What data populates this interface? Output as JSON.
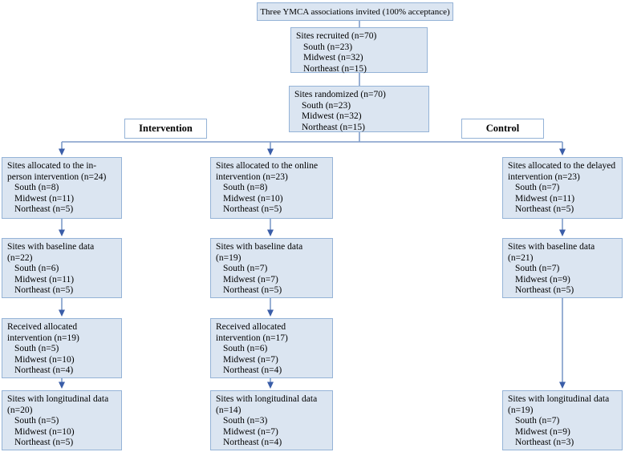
{
  "colors": {
    "box_fill": "#dbe5f1",
    "box_border": "#95b3d7",
    "connector_line": "#7f9cc9",
    "arrowhead": "#3a5da8",
    "text": "#000000",
    "background": "#ffffff"
  },
  "top": {
    "invited": "Three YMCA associations invited (100% acceptance)"
  },
  "recruited": {
    "title": "Sites recruited (n=70)",
    "rows": [
      "South (n=23)",
      "Midwest (n=32)",
      "Northeast (n=15)"
    ]
  },
  "randomized": {
    "title": "Sites randomized (n=70)",
    "rows": [
      "South (n=23)",
      "Midwest (n=32)",
      "Northeast (n=15)"
    ]
  },
  "branch_labels": {
    "intervention": "Intervention",
    "control": "Control"
  },
  "columns": [
    {
      "name": "in-person intervention",
      "allocated": {
        "title": "Sites allocated to the in-person intervention (n=24)",
        "rows": [
          "South (n=8)",
          "Midwest (n=11)",
          "Northeast (n=5)"
        ]
      },
      "baseline": {
        "title": "Sites with baseline data (n=22)",
        "rows": [
          "South (n=6)",
          "Midwest (n=11)",
          "Northeast (n=5)"
        ]
      },
      "received": {
        "title": "Received allocated intervention (n=19)",
        "rows": [
          "South (n=5)",
          "Midwest (n=10)",
          "Northeast (n=4)"
        ]
      },
      "longitudinal": {
        "title": "Sites with longitudinal data (n=20)",
        "rows": [
          "South (n=5)",
          "Midwest (n=10)",
          "Northeast (n=5)"
        ]
      }
    },
    {
      "name": "online intervention",
      "allocated": {
        "title": "Sites allocated to the online intervention (n=23)",
        "rows": [
          "South (n=8)",
          "Midwest (n=10)",
          "Northeast (n=5)"
        ]
      },
      "baseline": {
        "title": "Sites with baseline data (n=19)",
        "rows": [
          "South (n=7)",
          "Midwest (n=7)",
          "Northeast (n=5)"
        ]
      },
      "received": {
        "title": "Received allocated intervention (n=17)",
        "rows": [
          "South (n=6)",
          "Midwest (n=7)",
          "Northeast (n=4)"
        ]
      },
      "longitudinal": {
        "title": "Sites with longitudinal data (n=14)",
        "rows": [
          "South (n=3)",
          "Midwest (n=7)",
          "Northeast (n=4)"
        ]
      }
    },
    {
      "name": "delayed intervention (control)",
      "allocated": {
        "title": "Sites allocated to the delayed intervention (n=23)",
        "rows": [
          "South (n=7)",
          "Midwest (n=11)",
          "Northeast (n=5)"
        ]
      },
      "baseline": {
        "title": "Sites with baseline data (n=21)",
        "rows": [
          "South (n=7)",
          "Midwest (n=9)",
          "Northeast (n=5)"
        ]
      },
      "longitudinal": {
        "title": "Sites with longitudinal data (n=19)",
        "rows": [
          "South (n=7)",
          "Midwest (n=9)",
          "Northeast (n=3)"
        ]
      }
    }
  ]
}
